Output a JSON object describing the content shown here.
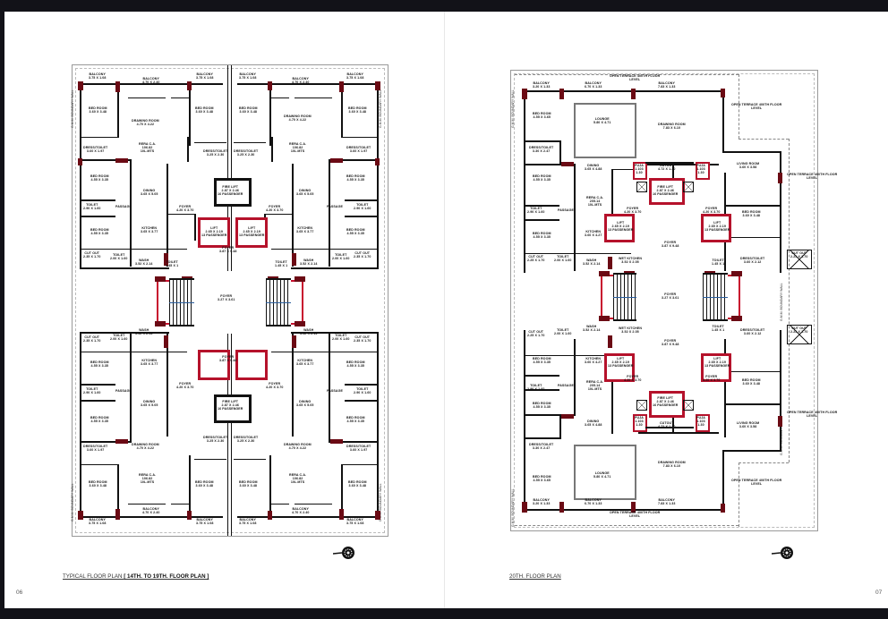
{
  "viewer": {
    "frame_color": "#121218"
  },
  "pages": [
    {
      "page_number": "06",
      "caption_prefix": "TYPICAL FLOOR PLAN",
      "caption_suffix": "[ 14TH. TO 19TH. FLOOR PLAN ]",
      "plan": {
        "boundary_label": "G.M.M. BOUNDARY WALL",
        "rooms": [
          {
            "name": "BALCONY",
            "size": "3.75 X 1.08"
          },
          {
            "name": "BALCONY",
            "size": "4.70 X 2.40"
          },
          {
            "name": "BALCONY",
            "size": "3.75 X 1.08"
          },
          {
            "name": "BALCONY",
            "size": "3.75 X 1.08"
          },
          {
            "name": "BALCONY",
            "size": "4.70 X 2.40"
          },
          {
            "name": "BALCONY",
            "size": "3.75 X 1.08"
          },
          {
            "name": "BED ROOM",
            "size": "3.60 X 3.48"
          },
          {
            "name": "DRAWING ROOM",
            "size": "4.70 X 4.22"
          },
          {
            "name": "BED ROOM",
            "size": "3.60 X 3.48"
          },
          {
            "name": "BED ROOM",
            "size": "3.60 X 3.48"
          },
          {
            "name": "DRAWING ROOM",
            "size": "4.70 X 4.22"
          },
          {
            "name": "BED ROOM",
            "size": "3.60 X 3.48"
          },
          {
            "name": "RERA C.A.",
            "size": "106.82\n10L.MTS"
          },
          {
            "name": "RERA C.A.",
            "size": "106.82\n10L.MTS"
          },
          {
            "name": "DRESS/TOILET",
            "size": "3.60 X 1.97"
          },
          {
            "name": "DRESS/TOILET",
            "size": "3.25 X 2.30"
          },
          {
            "name": "DRESS/TOILET",
            "size": "3.25 X 2.30"
          },
          {
            "name": "DRESS/TOILET",
            "size": "3.60 X 1.97"
          },
          {
            "name": "BED ROOM",
            "size": "4.55 X 3.35"
          },
          {
            "name": "DINING",
            "size": "3.65 X 5.05"
          },
          {
            "name": "DINING",
            "size": "3.65 X 5.05"
          },
          {
            "name": "BED ROOM",
            "size": "4.55 X 3.35"
          },
          {
            "name": "TOILET",
            "size": "2.90 X 1.60"
          },
          {
            "name": "PASSAGE",
            "size": ""
          },
          {
            "name": "PASSAGE",
            "size": ""
          },
          {
            "name": "TOILET",
            "size": "2.90 X 1.60"
          },
          {
            "name": "FIRE LIFT",
            "size": "2.87 X 2.46\n16 PASSENGER"
          },
          {
            "name": "FOYER",
            "size": "4.20 X 3.70"
          },
          {
            "name": "FOYER",
            "size": "4.20 X 3.70"
          },
          {
            "name": "BED ROOM",
            "size": "4.55 X 3.35"
          },
          {
            "name": "KITCHEN",
            "size": "3.65 X 3.77"
          },
          {
            "name": "LIFT",
            "size": "2.65 X 2.19\n13 PASSENGER"
          },
          {
            "name": "LIFT",
            "size": "2.65 X 2.19\n13 PASSENGER"
          },
          {
            "name": "KITCHEN",
            "size": "3.65 X 3.77"
          },
          {
            "name": "BED ROOM",
            "size": "4.55 X 3.35"
          },
          {
            "name": "FOYER",
            "size": "3.87 X 9.48"
          },
          {
            "name": "CUT OUT",
            "size": "2.35 X 1.70"
          },
          {
            "name": "TOILET",
            "size": "2.00 X 1.60"
          },
          {
            "name": "WASH",
            "size": "3.52 X 2.14"
          },
          {
            "name": "TOILET",
            "size": "1.45 X 1"
          },
          {
            "name": "TOILET",
            "size": "1.45 X 1"
          },
          {
            "name": "WASH",
            "size": "3.52 X 2.14"
          },
          {
            "name": "TOILET",
            "size": "2.00 X 1.60"
          },
          {
            "name": "CUT OUT",
            "size": "2.35 X 1.70"
          },
          {
            "name": "FOYER",
            "size": "3.27 X 3.61"
          }
        ]
      }
    },
    {
      "page_number": "07",
      "caption_prefix": "20TH. FLOOR PLAN",
      "caption_suffix": "",
      "plan": {
        "boundary_label": "G.M.M. BOUNDARY WALL",
        "rooms": [
          {
            "name": "OPEN TERRACE 400TH FLOOR",
            "size": "LEVEL"
          },
          {
            "name": "BALCONY",
            "size": "3.20 X 1.33"
          },
          {
            "name": "BALCONY",
            "size": "6.70 X 1.33"
          },
          {
            "name": "BALCONY",
            "size": "7.83 X 1.33"
          },
          {
            "name": "OPEN TERRACE 400TH FLOOR",
            "size": "LEVEL"
          },
          {
            "name": "BED ROOM",
            "size": "4.55 X 3.65"
          },
          {
            "name": "LOUNGE",
            "size": "5.80 X 4.71"
          },
          {
            "name": "DRAWING ROOM",
            "size": "7.83 X 6.10"
          },
          {
            "name": "DRESS/TOILET",
            "size": "3.30 X 2.47"
          },
          {
            "name": "BED ROOM",
            "size": "4.55 X 3.35"
          },
          {
            "name": "DINING",
            "size": "3.65 X 4.88"
          },
          {
            "name": "PUJA",
            "size": "1.103\n1.30"
          },
          {
            "name": "CUTOUT",
            "size": "4.72 X 1.30"
          },
          {
            "name": "PUJA",
            "size": "1.103\n1.30"
          },
          {
            "name": "LIVING ROOM",
            "size": "3.60 X 3.58"
          },
          {
            "name": "OPEN TERRACE 400TH FLOOR",
            "size": "LEVEL"
          },
          {
            "name": "RERA C.A.",
            "size": "205.14\n10L.MTS"
          },
          {
            "name": "FIRE LIFT",
            "size": "2.87 X 2.46\n16 PASSENGER"
          },
          {
            "name": "TOILET",
            "size": "2.90 X 1.60"
          },
          {
            "name": "PASSAGE",
            "size": ""
          },
          {
            "name": "FOYER",
            "size": "4.20 X 3.70"
          },
          {
            "name": "FOYER",
            "size": "4.20 X 3.70"
          },
          {
            "name": "BED ROOM",
            "size": "3.60 X 3.48"
          },
          {
            "name": "BED ROOM",
            "size": "4.55 X 3.35"
          },
          {
            "name": "KITCHEN",
            "size": "3.60 X 4.27"
          },
          {
            "name": "LIFT",
            "size": "2.65 X 2.19\n13 PASSENGER"
          },
          {
            "name": "FOYER",
            "size": "3.87 X 9.48"
          },
          {
            "name": "LIFT",
            "size": "2.65 X 2.19\n13 PASSENGER"
          },
          {
            "name": "DRESS/TOILET",
            "size": "3.60 X 2.12"
          },
          {
            "name": "CUT OUT",
            "size": "2.25 X 1.70"
          },
          {
            "name": "TOILET",
            "size": "2.00 X 1.60"
          },
          {
            "name": "WASH",
            "size": "3.52 X 2.14"
          },
          {
            "name": "WET KITCHEN",
            "size": "3.52 X 2.05"
          },
          {
            "name": "TOILET",
            "size": "1.45 X 1"
          },
          {
            "name": "CUT OUT",
            "size": "2.25 X 1.70"
          },
          {
            "name": "FOYER",
            "size": "3.27 X 3.61"
          }
        ]
      }
    }
  ]
}
